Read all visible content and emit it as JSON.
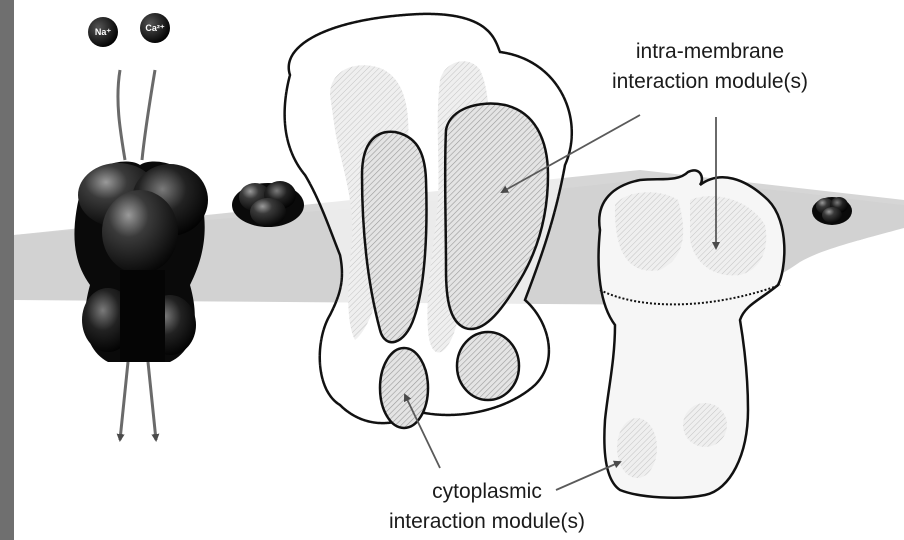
{
  "ions": {
    "sodium": "Na⁺",
    "calcium": "Ca²⁺"
  },
  "labels": {
    "intra_membrane_line1": "intra-membrane",
    "intra_membrane_line2": "interaction module(s)",
    "cytoplasmic_line1": "cytoplasmic",
    "cytoplasmic_line2": "interaction module(s)"
  },
  "colors": {
    "background": "#6f6f6f",
    "panel": "#ffffff",
    "membrane": "#cfcfcf",
    "channel": "#111111",
    "module_fill": "#d9d9d9",
    "arrow": "#5a5a5a"
  }
}
